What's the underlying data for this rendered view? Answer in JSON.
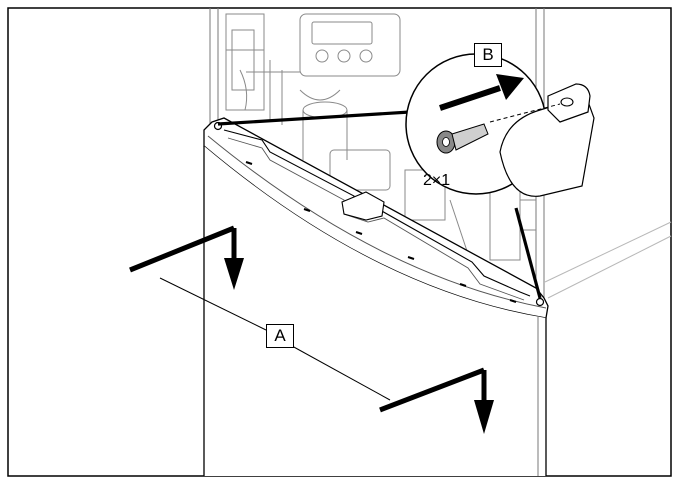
{
  "labels": {
    "a": "A",
    "b": "B",
    "quantity": "2×1"
  },
  "colors": {
    "line": "#000000",
    "panel": "#ffffff",
    "detail": "#7a7a7a",
    "light_detail": "#b8b8b8"
  }
}
